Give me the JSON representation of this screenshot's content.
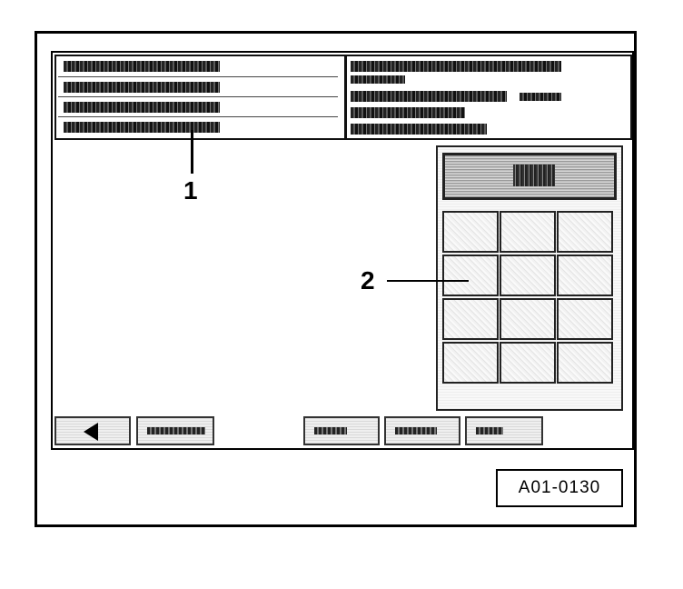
{
  "callouts": [
    {
      "number": "1",
      "target": "header-info-panel"
    },
    {
      "number": "2",
      "target": "keypad-grid"
    }
  ],
  "figure_reference": "A01-0130",
  "keypad": {
    "rows": 4,
    "columns": 3
  },
  "colors": {
    "ink": "#000000",
    "background": "#ffffff"
  }
}
